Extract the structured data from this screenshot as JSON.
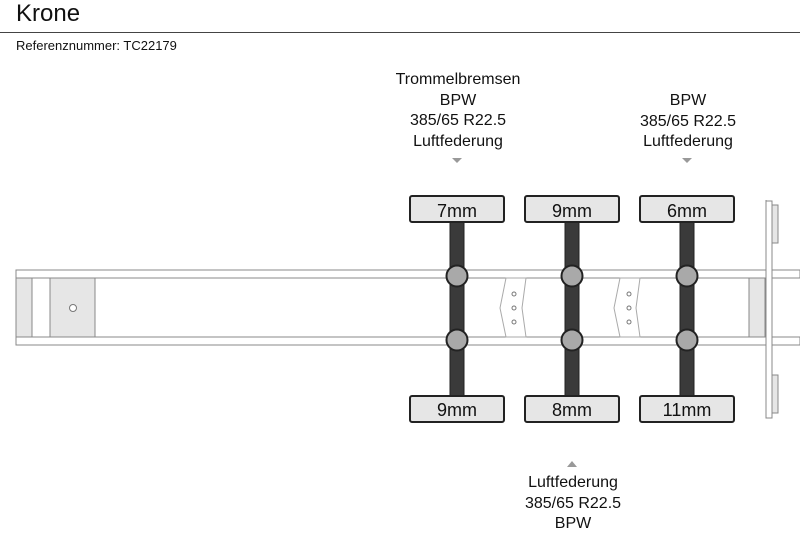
{
  "header": {
    "title": "Krone",
    "reference": "Referenznummer: TC22179"
  },
  "axles": [
    {
      "top_tyre": "7mm",
      "bottom_tyre": "9mm",
      "spec_top": [
        "Trommelbremsen",
        "BPW",
        "385/65 R22.5",
        "Luftfederung"
      ]
    },
    {
      "top_tyre": "9mm",
      "bottom_tyre": "8mm",
      "spec_bottom": [
        "Luftfederung",
        "385/65 R22.5",
        "BPW"
      ]
    },
    {
      "top_tyre": "6mm",
      "bottom_tyre": "11mm",
      "spec_top": [
        "BPW",
        "385/65 R22.5",
        "Luftfederung"
      ]
    }
  ],
  "colors": {
    "axle": "#3a3a3a",
    "tyre_fill": "#e6e6e6",
    "hub_fill": "#a9a9a9",
    "frame_stroke": "#888888",
    "marker": "#999999"
  }
}
